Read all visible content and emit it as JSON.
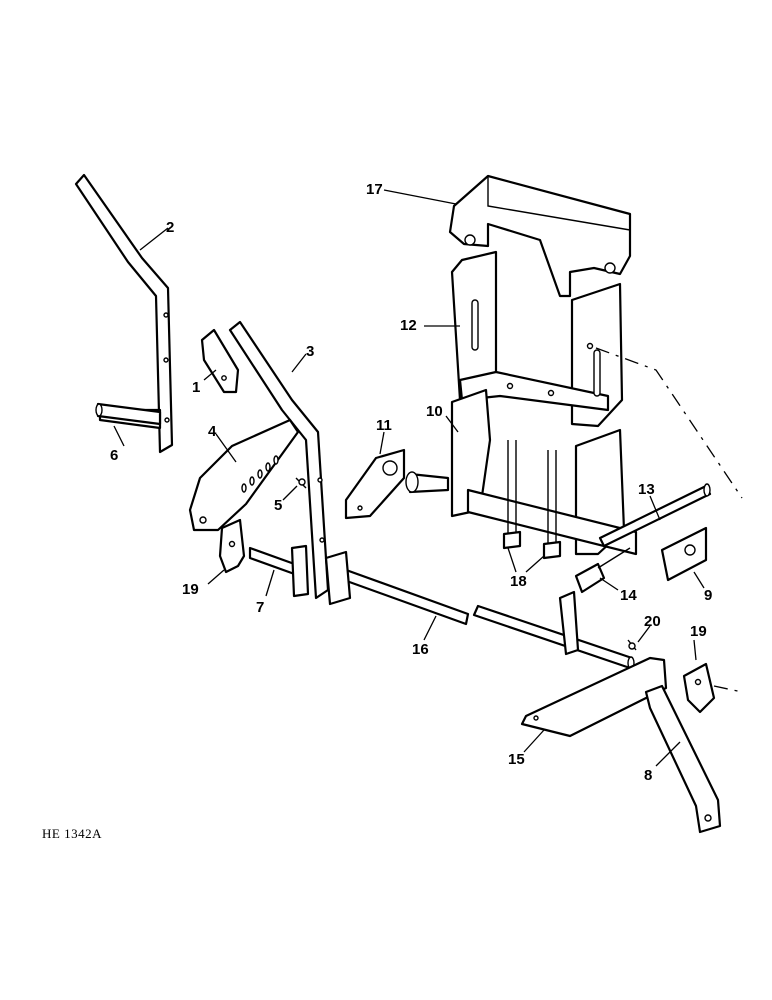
{
  "figure_ref": "HE 1342A",
  "callouts": {
    "c1": "1",
    "c2": "2",
    "c3": "3",
    "c4": "4",
    "c5": "5",
    "c6": "6",
    "c7": "7",
    "c8": "8",
    "c9": "9",
    "c10": "10",
    "c11": "11",
    "c12": "12",
    "c13": "13",
    "c14": "14",
    "c15": "15",
    "c16": "16",
    "c17": "17",
    "c18": "18",
    "c19a": "19",
    "c19b": "19",
    "c20": "20"
  }
}
